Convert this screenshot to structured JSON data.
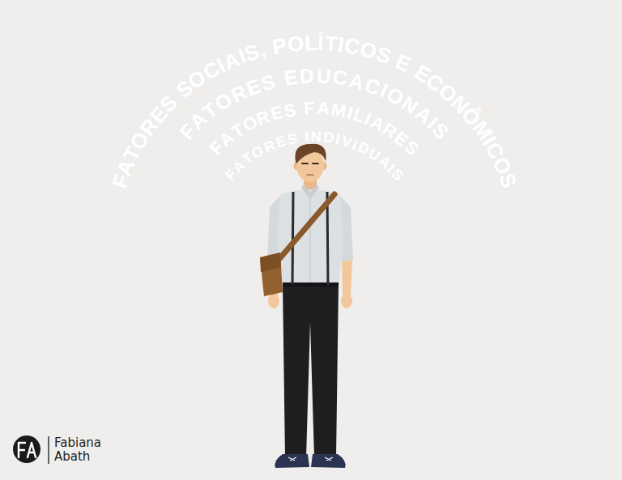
{
  "diagram": {
    "nodes": [
      {
        "text": [
          "FATORES SOCIAIS, POLÍTICOS E ECONÔMICOS"
        ]
      },
      {
        "text": [
          "FATORES EDUCACIONAIS"
        ],
        "in": 0
      },
      {
        "text": [
          "FATORES FAMILIARES"
        ],
        "in": 1
      },
      {
        "text": [
          "FATORES INDIVIDUAIS"
        ],
        "in": 2
      }
    ],
    "labels": [
      "Fabiana Abath"
    ]
  }
}
